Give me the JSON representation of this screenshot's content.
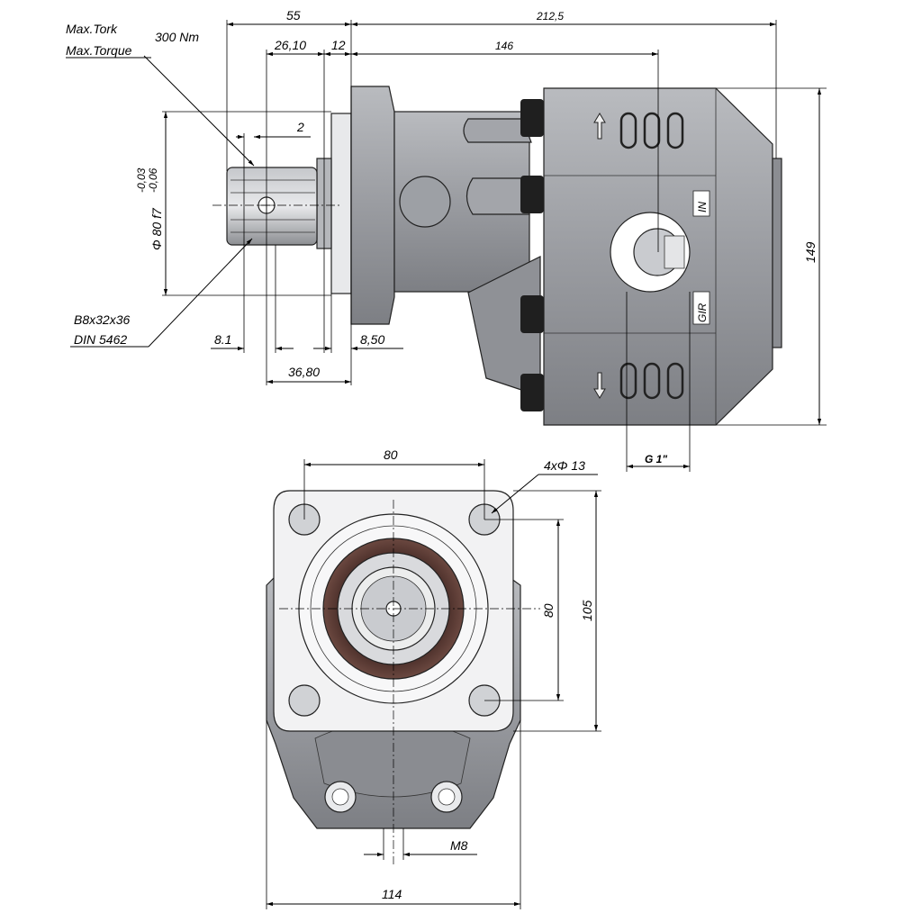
{
  "labels": {
    "max_tork": "Max.Tork",
    "max_torque": "Max.Torque",
    "torque_value": "300 Nm",
    "spline_type": "B8x32x36",
    "spline_std": "DIN 5462",
    "shaft_dia": "Φ 80 f7",
    "tol_upper": "-0,03",
    "tol_lower": "-0,06",
    "port_in": "IN",
    "port_gir": "GIR",
    "port_thread": "G 1\"",
    "holes": "4xΦ 13",
    "bolt": "M8"
  },
  "dims": {
    "d55": "55",
    "d2125": "212,5",
    "d2610": "26,10",
    "d12": "12",
    "d146": "146",
    "d2": "2",
    "d81": "8.1",
    "d850": "8,50",
    "d3680": "36,80",
    "d149": "149",
    "d80top": "80",
    "d80side": "80",
    "d105": "105",
    "d114": "114"
  },
  "colors": {
    "body": "#9a9ca1",
    "body_dark": "#6f7176",
    "body_light": "#c9cbcf",
    "seal": "#5b3a33",
    "knob": "#1f1f1f"
  }
}
